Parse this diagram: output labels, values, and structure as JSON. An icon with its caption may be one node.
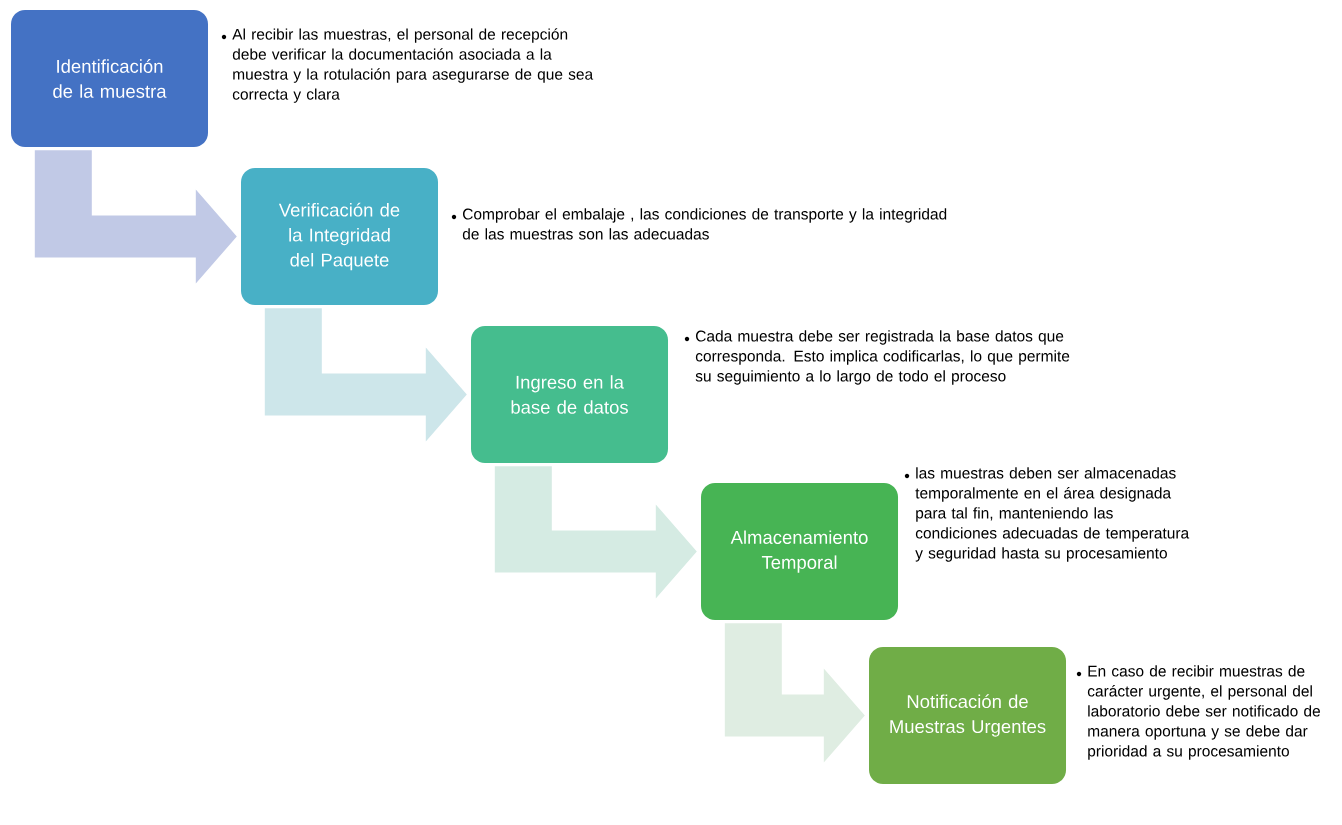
{
  "diagram": {
    "nodes": [
      {
        "text": [
          "Identificación de la muestra"
        ],
        "beside": [
          "Al recibir las muestras, el personal de recepción debe verificar la documentación asociada a la muestra  y la rotulación para asegurarse de que sea correcta y clara"
        ]
      },
      {
        "text": [
          "Verificación de la Integridad del Paquete"
        ],
        "beside": [
          "Comprobar el embalaje , las condiciones de transporte y la integridad de las muestras son las adecuadas"
        ]
      },
      {
        "text": [
          "Ingreso en la base de datos"
        ],
        "beside": [
          "Cada muestra debe ser registrada la base datos que corresponda. Esto implica codificarlas, lo que permite su seguimiento a lo largo de todo el proceso"
        ]
      },
      {
        "text": [
          "Almacenamiento Temporal"
        ],
        "beside": [
          "las muestras deben ser almacenadas temporalmente en el área designada para tal fin, manteniendo las condiciones adecuadas de temperatura y seguridad hasta su procesamiento"
        ]
      },
      {
        "text": [
          "Notificación de Muestras Urgentes"
        ],
        "beside": [
          "En caso de recibir muestras de carácter urgente, el personal del laboratorio debe ser notificado de manera oportuna y se debe dar prioridad a su procesamiento"
        ]
      }
    ],
    "edges": [
      {
        "from": 0,
        "to": 1,
        "arrow": "to",
        "color": "#c1c9e6"
      },
      {
        "from": 1,
        "to": 2,
        "arrow": "to",
        "color": "#cde6ea"
      },
      {
        "from": 2,
        "to": 3,
        "arrow": "to",
        "color": "#d5ebe3"
      },
      {
        "from": 3,
        "to": 4,
        "arrow": "to",
        "color": "#dfede2"
      }
    ]
  }
}
